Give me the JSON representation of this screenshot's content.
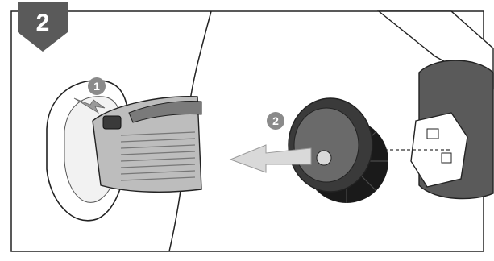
{
  "step": {
    "number": "2"
  },
  "markers": [
    {
      "label": "1"
    },
    {
      "label": "2"
    }
  ],
  "colors": {
    "badge_fill": "#5a5a5a",
    "marker_fill": "#8a8a8a",
    "arrow_fill": "#9a9a9a",
    "line": "#222222",
    "device_dark": "#3a3a3a",
    "device_mid": "#8c8c8c",
    "device_light": "#d9d9d9",
    "bristles": "#1a1a1a"
  },
  "icons": {
    "left_panel": "handheld-vacuum-release-button-icon",
    "right_panel": "brush-roll-removal-icon",
    "arrow": "pull-out-arrow-icon"
  }
}
